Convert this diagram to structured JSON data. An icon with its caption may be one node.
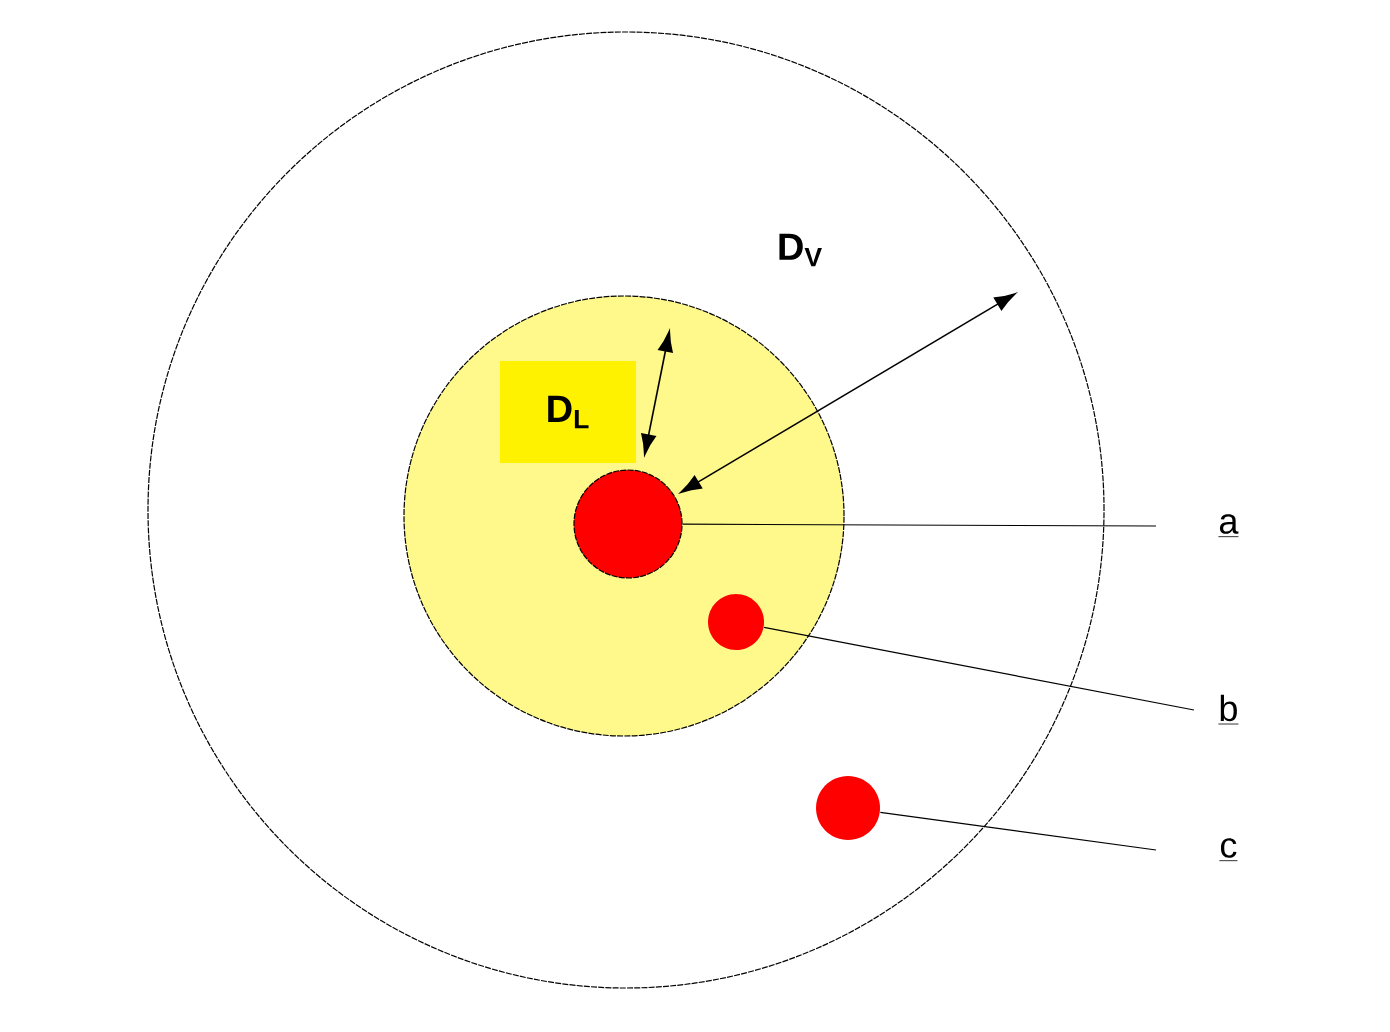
{
  "diagram": {
    "nodes": [
      {
        "text": [],
        "shape": "circle"
      },
      {
        "text": [],
        "shape": "circle",
        "in": 0
      },
      {
        "text": [],
        "shape": "circle",
        "in": 1
      },
      {
        "text": [],
        "shape": "circle",
        "in": 1
      },
      {
        "text": [],
        "shape": "circle",
        "in": 0
      },
      {
        "text": [
          "D$_{L}$"
        ],
        "in": 1
      },
      {
        "text": [
          "a"
        ]
      },
      {
        "text": [
          "b"
        ]
      },
      {
        "text": [
          "c"
        ]
      }
    ],
    "edges": [
      {
        "from": 6,
        "to": 2,
        "arrow": "none"
      },
      {
        "from": 7,
        "to": 3,
        "arrow": "none"
      },
      {
        "from": 8,
        "to": 4,
        "arrow": "none"
      }
    ],
    "labels": [
      "D$_{V}$"
    ]
  }
}
